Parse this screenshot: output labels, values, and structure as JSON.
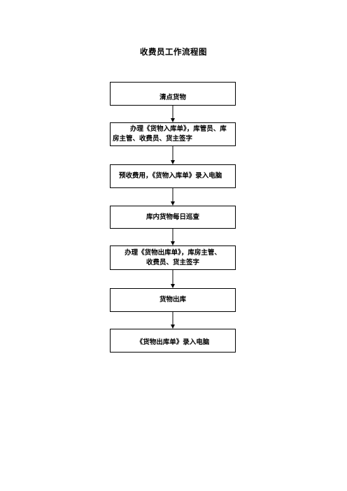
{
  "title": "收费员工作流程图",
  "steps": [
    {
      "label": "清点货物"
    },
    {
      "label": "办理《货物入库单》，库管员、库房主管、收费员、货主签字"
    },
    {
      "label": "预收费用，《货物入库单》录入电脑"
    },
    {
      "label": "库内货物每日巡查"
    },
    {
      "label": "办理《货物出库单》，库房主管、\n收费员、货主签字"
    },
    {
      "label": "货物出库"
    },
    {
      "label": "《货物出库单》录入电脑"
    }
  ],
  "colors": {
    "line": "#000000",
    "background": "#ffffff"
  }
}
